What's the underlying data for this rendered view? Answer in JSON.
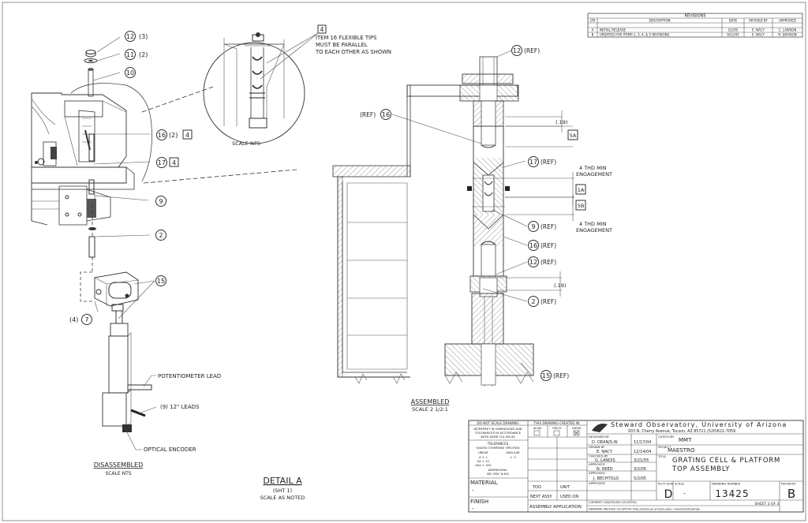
{
  "revisions": {
    "title": "REVISIONS",
    "headers": [
      "LTR",
      "DESCRIPTION",
      "DATE",
      "REVISED BY",
      "APPROVED"
    ],
    "rows": [
      [
        "A",
        "INITIAL RELEASE",
        "5/2/05",
        "E. NACY",
        "C. LAWSON"
      ],
      [
        "B",
        "UPDATED FOR ITEMS 1, 3, 4, & 5 REVISIONS",
        "9/21/05",
        "E. NACY",
        "R. DAVISON"
      ]
    ]
  },
  "disassembled": {
    "title": "DISASSEMBLED",
    "scale": "SCALE NTS",
    "callouts": [
      "12 (3)",
      "11 (2)",
      "10",
      "16 (2)",
      "4",
      "17",
      "4",
      "9",
      "2",
      "15",
      "(4) 7"
    ],
    "notes": [
      "POTENTIOMETER LEAD",
      "(9) 12\" LEADS",
      "OPTICAL ENCODER"
    ]
  },
  "detail_view": {
    "callout": "4",
    "note_lines": [
      "ITEM 16 FLEXIBLE TIPS",
      "MUST BE PARALLEL",
      "TO EACH OTHER AS SHOWN"
    ],
    "scale": "SCALE NTS"
  },
  "detail_title": {
    "title": "DETAIL A",
    "sheet": "(SHT 1)",
    "scale": "SCALE AS NOTED"
  },
  "assembled": {
    "title": "ASSEMBLED",
    "scale": "SCALE 2 1/2:1",
    "callouts": [
      "12 (REF)",
      "(REF) 16",
      "17 (REF)",
      "9 (REF)",
      "16 (REF)",
      "12 (REF)",
      "2 (REF)",
      "15 (REF)"
    ],
    "dims": [
      "(.19)",
      "(.19)"
    ],
    "boxes": [
      "5A",
      "1A",
      "5B"
    ],
    "notes": [
      "4 THD MIN",
      "ENGAGEMENT",
      "4 THD MIN",
      "ENGAGEMENT"
    ]
  },
  "title_block": {
    "do_not_scale": "DO NOT SCALE DRAWING",
    "interpret": [
      "INTERPRET IN DIMENSIONS AND",
      "TOLERANCES IN ACCORDANCE",
      "WITH ASME Y14.5M-94"
    ],
    "tolerances": [
      "TOLERANCES",
      "UNLESS OTHERWISE SPECIFIED",
      "LINEAR",
      "ANGULAR",
      ".X  ± .1",
      ".XX  ± .01",
      ".XXX  ± .005",
      "± .5",
      "DIMENSIONAL",
      "SEE SPEC N-602"
    ],
    "created_in": "THIS DRAWING CREATED IN:",
    "created_opts": [
      "ACAD",
      "MECH",
      "IDEAS"
    ],
    "material_label": "MATERIAL",
    "material_value": "-",
    "finish_label": "FINISH",
    "finish_value": "-",
    "qty_headers": [
      "TOO",
      "UNIT"
    ],
    "next_assy": "NEXT ASSY",
    "used_on": "USED ON",
    "assembly_application": "ASSEMBLY APPLICATION",
    "org": "Steward Observatory, University of Arizona",
    "address": "933 N. Cherry Avenue, Tucson, AZ 85721   (520)621-7059",
    "signoff": [
      {
        "role": "DESIGNED BY",
        "name": "D. DEAN/S.W.",
        "date": "11/17/04"
      },
      {
        "role": "DRAWN BY",
        "name": "E. NACY",
        "date": "12/14/04"
      },
      {
        "role": "CHECKED BY",
        "name": "G. LANDIS",
        "date": "3/21/05"
      },
      {
        "role": "APPROVED",
        "name": "N. REED",
        "date": "3/2/05"
      },
      {
        "role": "APPROVED",
        "name": "J. BECHTOLD",
        "date": "5/2/05"
      },
      {
        "role": "APPROVED",
        "name": "",
        "date": ""
      }
    ],
    "category_label": "CATEGORY",
    "category": "MMT",
    "project_label": "PROJECT",
    "project": "MAESTRO",
    "title_label": "TITLE",
    "title_lines": [
      "GRATING CELL & PLATFORM",
      "TOP ASSEMBLY"
    ],
    "plot_size_label": "PLOT SIZE",
    "plot_size": "D",
    "scale_label": "SCALE",
    "scale_value": "-",
    "drawing_number_label": "DRAWING NUMBER",
    "drawing_number": "13425",
    "revision_label": "REVISION",
    "revision": "B",
    "sheet": "SHEET 3 OF 3",
    "current_cad": "CURRENT CAD/SOLIDS LOCATION:",
    "archive": "DRAWING ARCHIVE LOCATION: http://stelar.as.arizona.edu/~maestro/drawings"
  }
}
